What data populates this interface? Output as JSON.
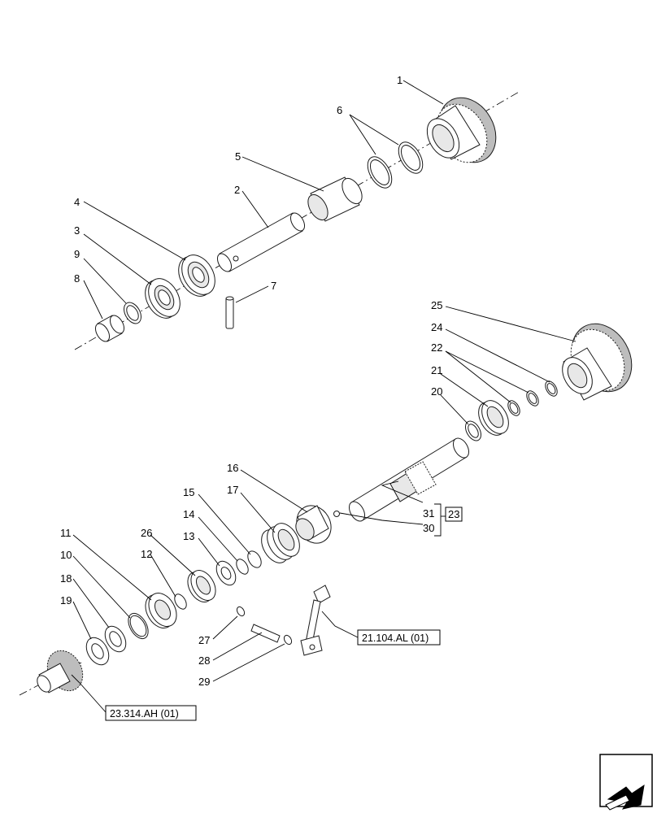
{
  "callouts": {
    "c1": "1",
    "c2": "2",
    "c3": "3",
    "c4": "4",
    "c5": "5",
    "c6": "6",
    "c7": "7",
    "c8": "8",
    "c9": "9",
    "c10": "10",
    "c11": "11",
    "c12": "12",
    "c13": "13",
    "c14": "14",
    "c15": "15",
    "c16": "16",
    "c17": "17",
    "c18": "18",
    "c19": "19",
    "c20": "20",
    "c21": "21",
    "c22": "22",
    "c24": "24",
    "c25": "25",
    "c26": "26",
    "c27": "27",
    "c28": "28",
    "c29": "29",
    "c30": "30",
    "c31": "31"
  },
  "group_ref": "23",
  "references": {
    "ref_a": "21.104.AL (01)",
    "ref_b": "23.314.AH (01)"
  },
  "nav_icon": "next-page-arrow-icon"
}
